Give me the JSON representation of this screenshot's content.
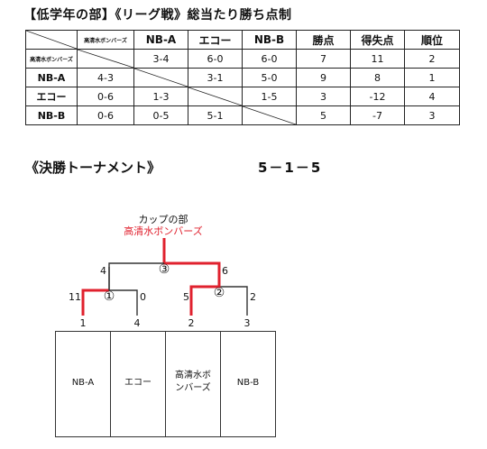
{
  "league": {
    "title": "【低学年の部】《リーグ戦》総当たり勝ち点制",
    "headers": [
      "高清水ボンバーズ",
      "NB-A",
      "エコー",
      "NB-B",
      "勝点",
      "得失点",
      "順位"
    ],
    "rows": [
      {
        "team": "高清水ボンバーズ",
        "cells": [
          "",
          "3-4",
          "6-0",
          "6-0",
          "7",
          "11",
          "2"
        ]
      },
      {
        "team": "NB-A",
        "cells": [
          "4-3",
          "",
          "3-1",
          "5-0",
          "9",
          "8",
          "1"
        ]
      },
      {
        "team": "エコー",
        "cells": [
          "0-6",
          "1-3",
          "",
          "1-5",
          "3",
          "-12",
          "4"
        ]
      },
      {
        "team": "NB-B",
        "cells": [
          "0-6",
          "0-5",
          "5-1",
          "",
          "5",
          "-7",
          "3"
        ]
      }
    ]
  },
  "final": {
    "title": "《決勝トーナメント》",
    "score": "5－1－5",
    "cup_title": "カップの部",
    "champion": "高清水ボンバーズ",
    "match_numbers": [
      "③",
      "①",
      "②"
    ],
    "scores": {
      "m3_left": "4",
      "m3_right": "6",
      "m1_left": "11",
      "m1_right": "0",
      "m2_left": "5",
      "m2_right": "2"
    },
    "seeds": [
      "1",
      "4",
      "2",
      "3"
    ],
    "teams": [
      "NB-A",
      "エコー",
      "高清水ボンバーズ",
      "NB-B"
    ],
    "team_lines": {
      "line1": "高清水ボ",
      "line2": "ンバーズ"
    },
    "colors": {
      "winner_path": "#e0212e",
      "bracket": "#333333",
      "champion_text": "#e0212e"
    }
  }
}
